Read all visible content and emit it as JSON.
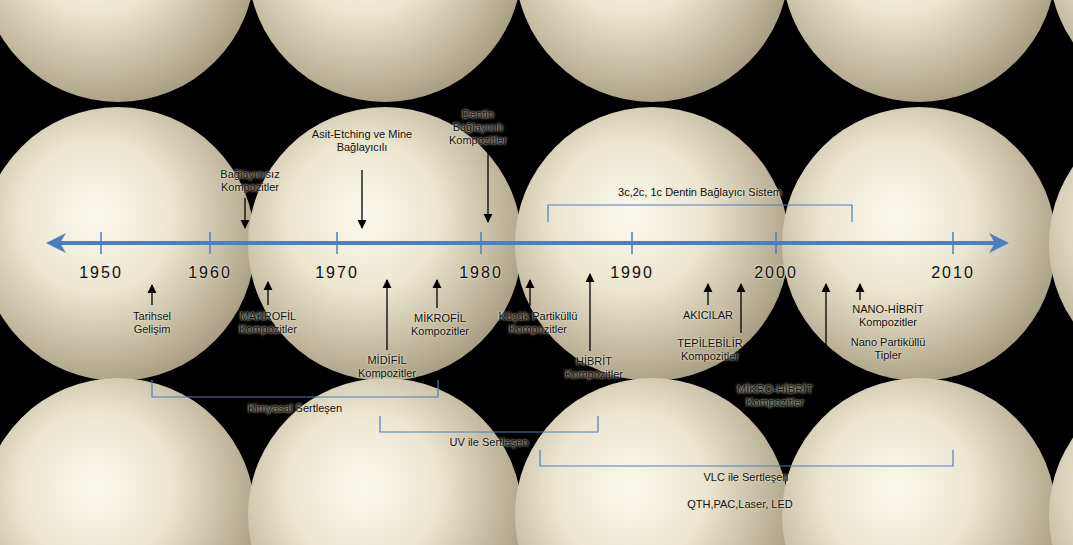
{
  "diagram": {
    "labels": [
      "Bağlayıcısız Kompozitler",
      "Asit-Etching ve Mine Bağlayıcılı",
      "Dentin Bağlayıcılı Kompozitler",
      "3c,2c, 1c Dentin Bağlayıcı Sistem",
      "1950",
      "1960",
      "1970",
      "1980",
      "1990",
      "2000",
      "2010",
      "Tarihsel Gelişim",
      "MAKROFİL Kompozitler",
      "MİKROFİL Kompozitler",
      "MİDİFİL Kompozitler",
      "Küçük Partiküllü Kompozitler",
      "HİBRİT Kompozitler",
      "AKICILAR",
      "TEPİLEBİLİR Kompozitler",
      "MİKRO-HİBRİT Kompozitler",
      "NANO-HİBRİT Kompozitler",
      "Nano Partiküllü Tipler",
      "Kimyasal Sertleşen",
      "UV ile Sertleşen",
      "VLC ile Sertleşen",
      "QTH,PAC,Laser, LED"
    ]
  }
}
